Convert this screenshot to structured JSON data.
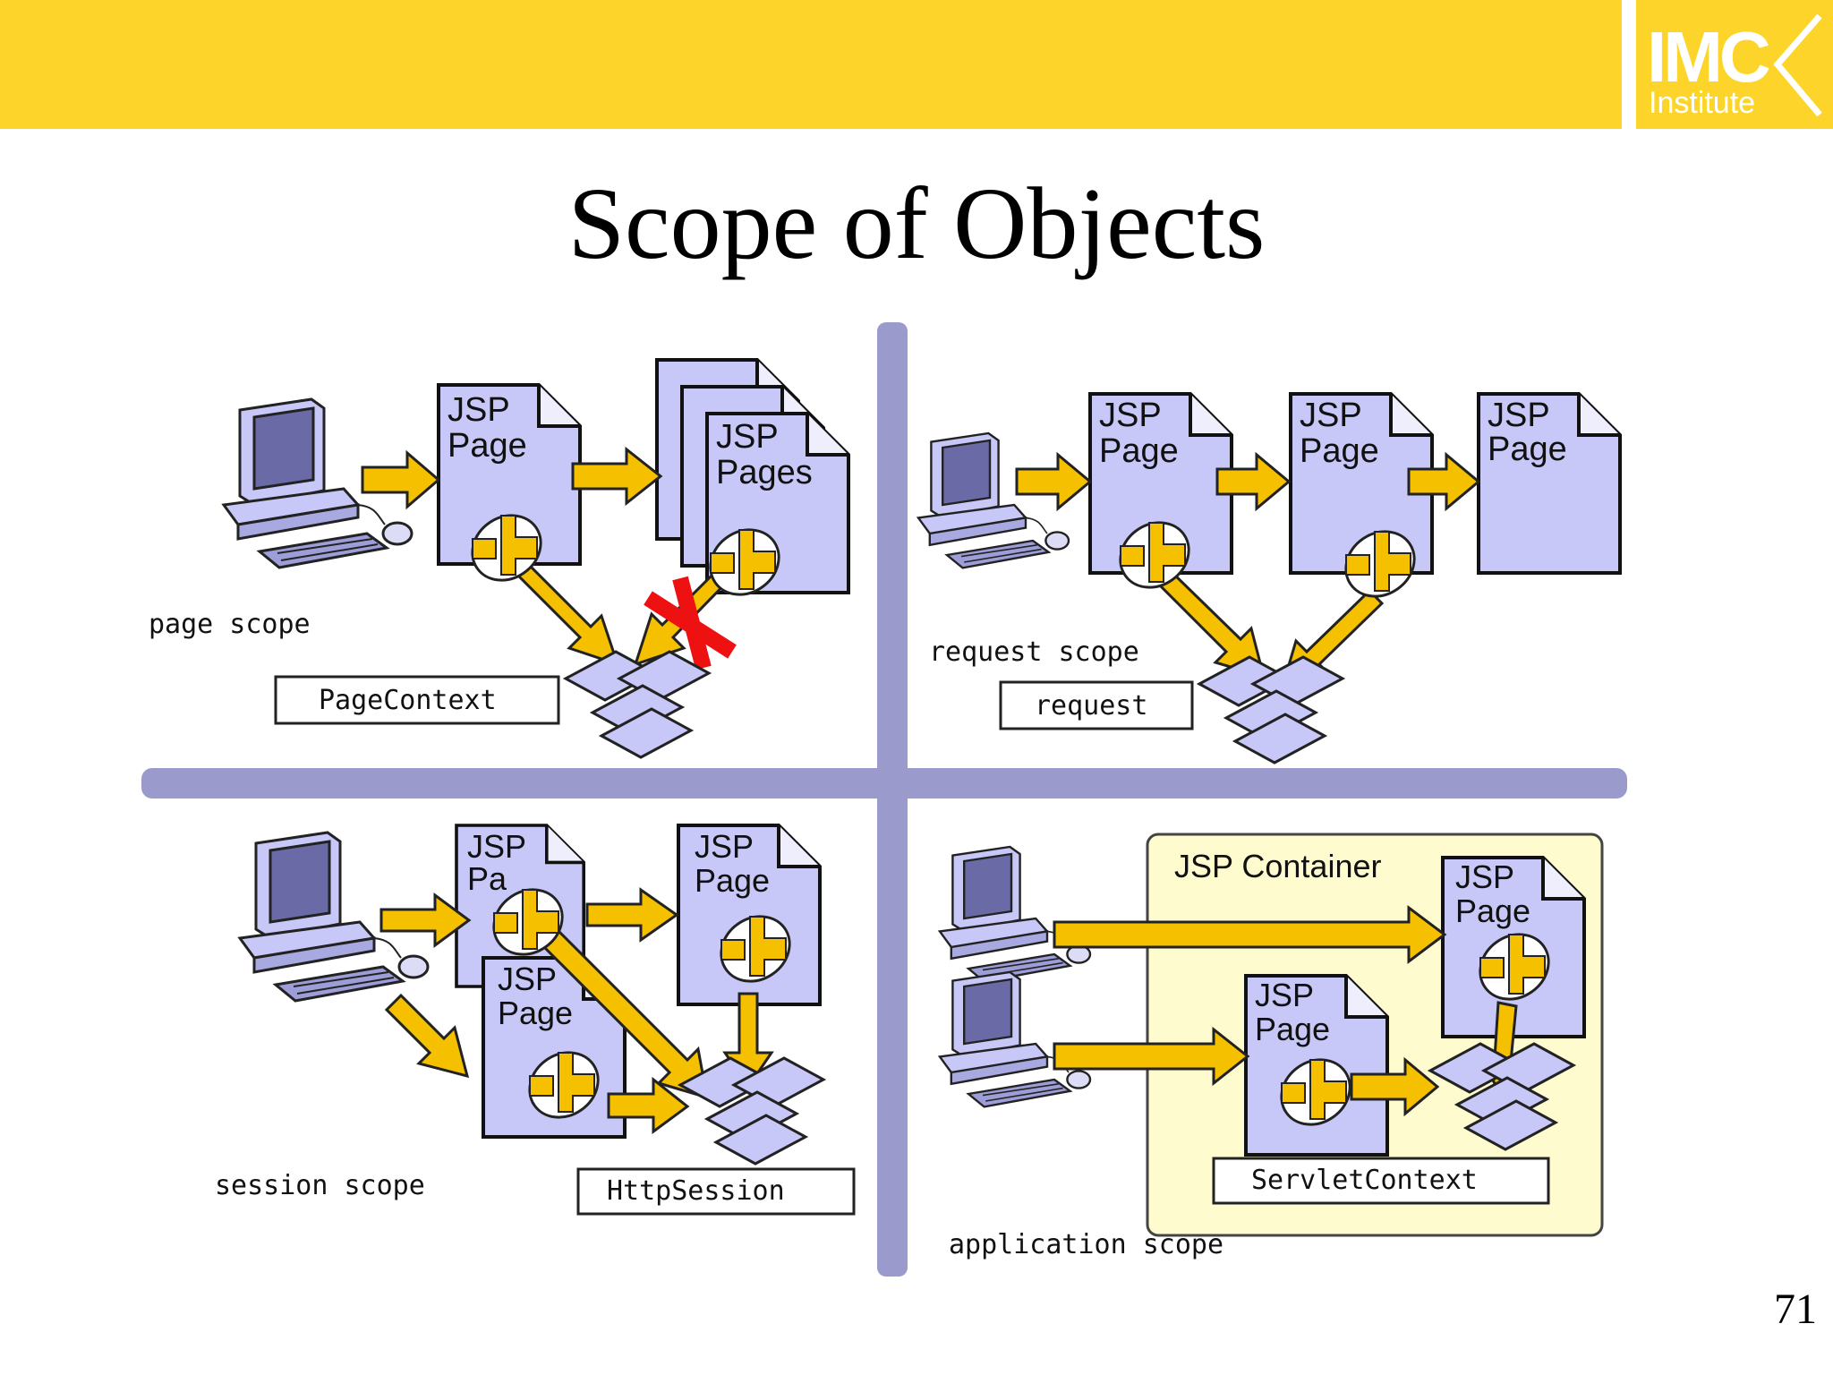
{
  "slide": {
    "title": "Scope of Objects",
    "page_number": "71"
  },
  "logo": {
    "mark": "IMC",
    "sub": "Institute"
  },
  "colors": {
    "banner": "#fdd52a",
    "doc_fill": "#c8c8f8",
    "arrow": "#f5c000",
    "divider": "#9a9acc",
    "container_fill": "#fefccf",
    "cross": "#ee1111"
  },
  "quadrants": {
    "page": {
      "scope_label": "page scope",
      "object_label": "PageContext",
      "doc1_line1": "JSP",
      "doc1_line2": "Page",
      "doc2_line1": "JSP",
      "doc2_line2": "Pages"
    },
    "request": {
      "scope_label": "request scope",
      "object_label": "request",
      "doc1_line1": "JSP",
      "doc1_line2": "Page",
      "doc2_line1": "JSP",
      "doc2_line2": "Page",
      "doc3_line1": "JSP",
      "doc3_line2": "Page"
    },
    "session": {
      "scope_label": "session scope",
      "object_label": "HttpSession",
      "doc1_line1": "JSP",
      "doc1_line2": "Pa",
      "doc2_line1": "JSP",
      "doc2_line2": "Page",
      "doc3_line1": "JSP",
      "doc3_line2": "Page"
    },
    "application": {
      "scope_label": "application scope",
      "object_label": "ServletContext",
      "container_label": "JSP Container",
      "doc1_line1": "JSP",
      "doc1_line2": "Page",
      "doc2_line1": "JSP",
      "doc2_line2": "Page"
    }
  }
}
